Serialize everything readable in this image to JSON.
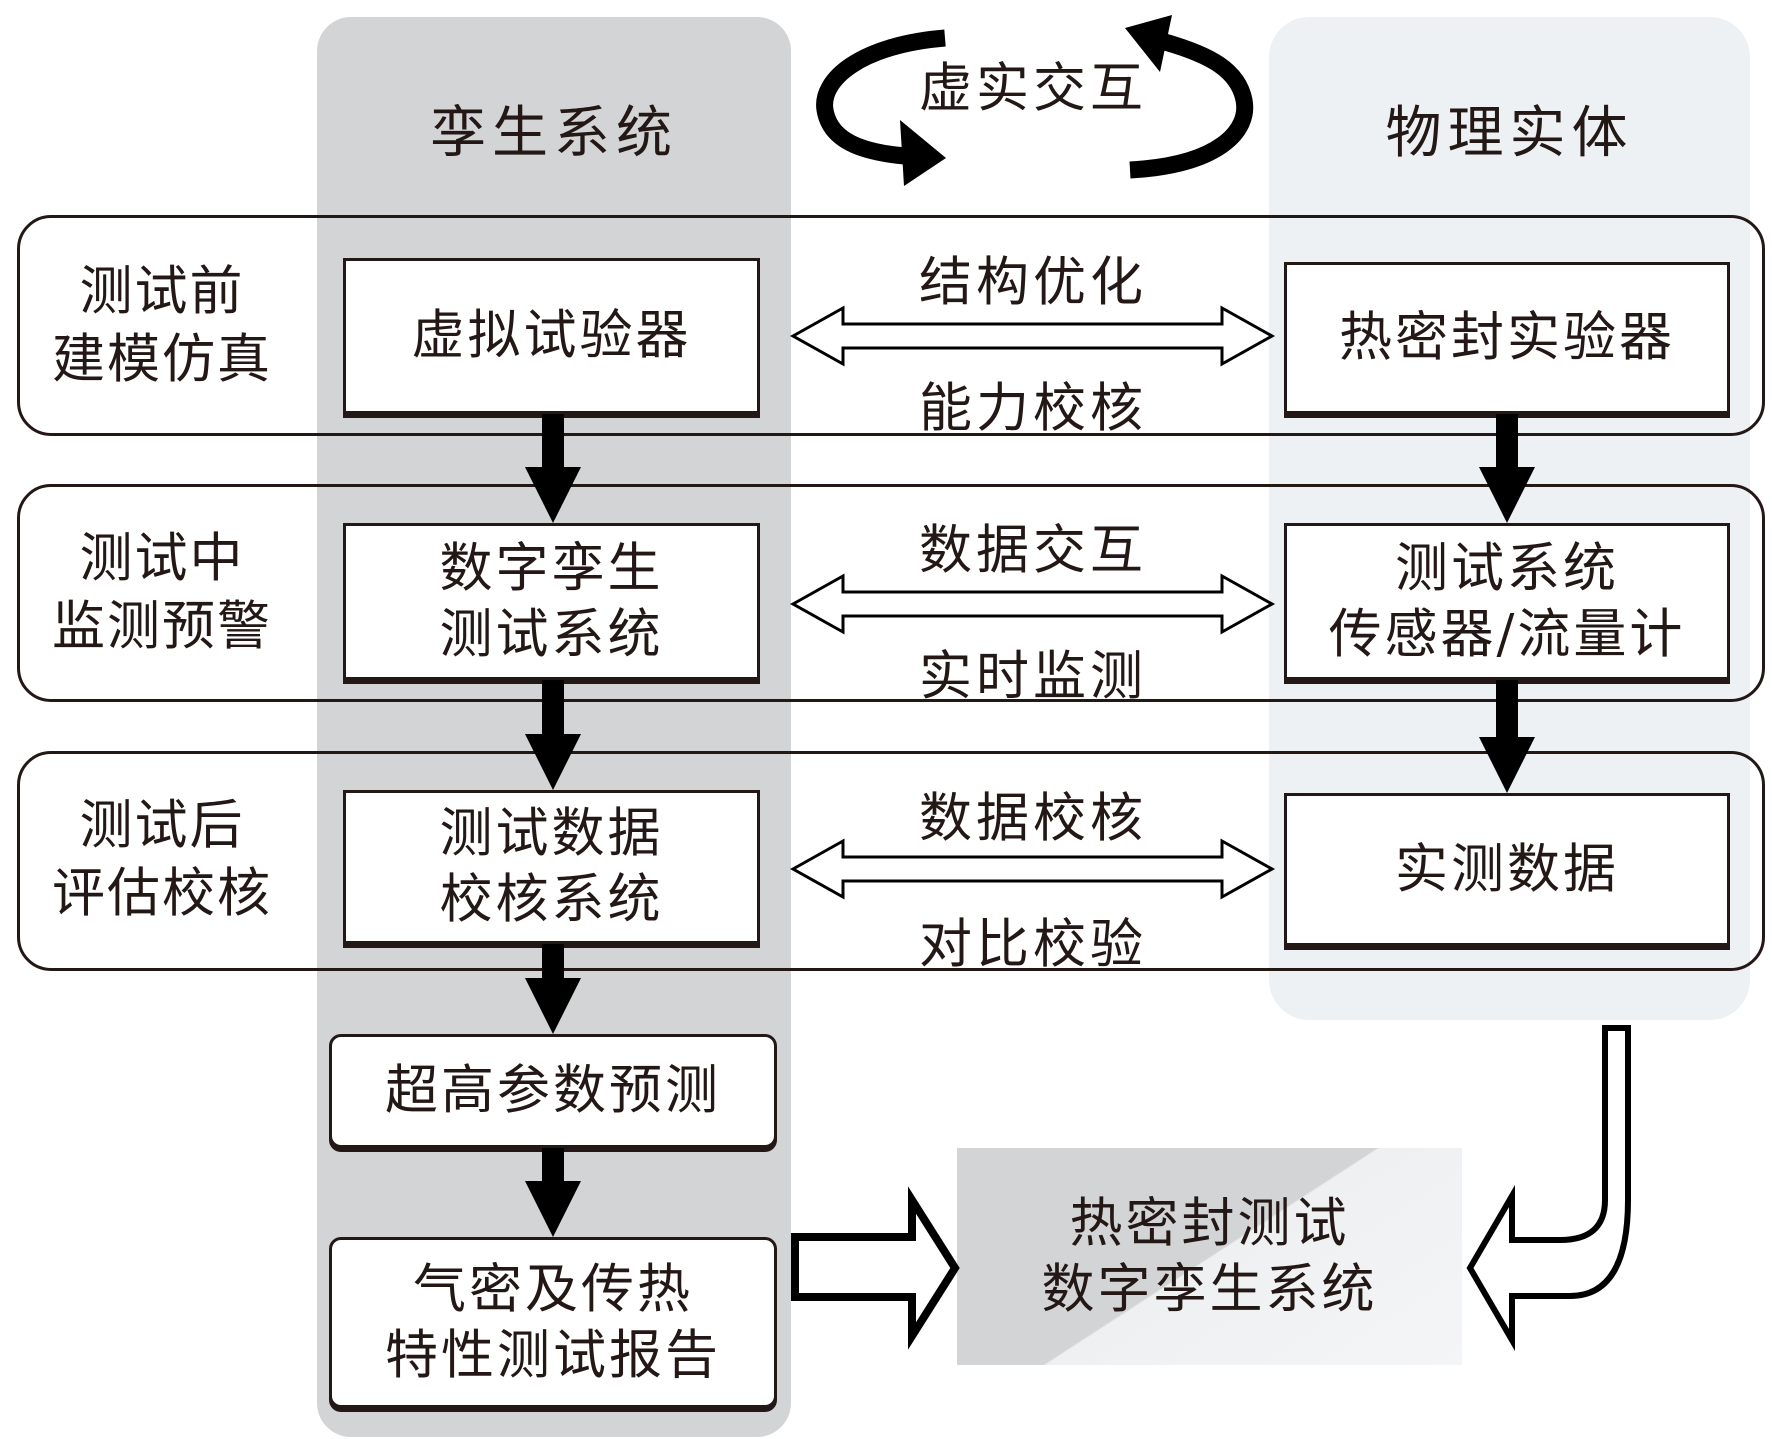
{
  "columns": {
    "twin": {
      "title": "孪生系统",
      "band_color": "#d3d4d6"
    },
    "physical": {
      "title": "物理实体",
      "band_color": "#eef1f4"
    }
  },
  "interaction_label": "虚实交互",
  "stages": [
    {
      "label_lines": [
        "测试前",
        "建模仿真"
      ],
      "twin_box_lines": [
        "虚拟试验器"
      ],
      "physical_box_lines": [
        "热密封实验器"
      ],
      "link_top": "结构优化",
      "link_bottom": "能力校核"
    },
    {
      "label_lines": [
        "测试中",
        "监测预警"
      ],
      "twin_box_lines": [
        "数字孪生",
        "测试系统"
      ],
      "physical_box_lines": [
        "测试系统",
        "传感器/流量计"
      ],
      "link_top": "数据交互",
      "link_bottom": "实时监测"
    },
    {
      "label_lines": [
        "测试后",
        "评估校核"
      ],
      "twin_box_lines": [
        "测试数据",
        "校核系统"
      ],
      "physical_box_lines": [
        "实测数据"
      ],
      "link_top": "数据校核",
      "link_bottom": "对比校验"
    }
  ],
  "outputs": {
    "prediction": [
      "超高参数预测"
    ],
    "report": [
      "气密及传热",
      "特性测试报告"
    ]
  },
  "final_system": [
    "热密封测试",
    "数字孪生系统"
  ],
  "colors": {
    "ink": "#231815",
    "arrow": "#000000",
    "final_gradient_dark": "#d3d4d6",
    "final_gradient_light": "#f4f5f7"
  }
}
